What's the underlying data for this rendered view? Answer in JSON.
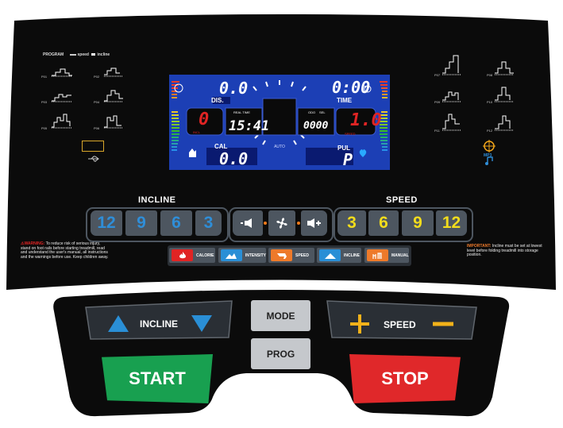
{
  "program_header": {
    "title": "PROGRAM",
    "legend1": "speed",
    "legend2": "incline"
  },
  "programs_left": [
    "P01",
    "P02",
    "P03",
    "P04",
    "P05",
    "P06"
  ],
  "programs_right": [
    "P07",
    "P08",
    "P09",
    "P10",
    "P11",
    "P12"
  ],
  "display": {
    "dis_value": "0.0",
    "dis_label": "DIS.",
    "time_value": "0:00",
    "time_label": "TIME",
    "incline_value": "0",
    "incline_label": "INCL",
    "real_time_label": "REAL TIME",
    "real_time_value": "15:41",
    "odo_labels": [
      "ODO",
      "SEL"
    ],
    "odo_value": "0000",
    "speed_value": "1.0",
    "speed_label": "SPEED",
    "cal_label": "CAL",
    "cal_value": "0.0",
    "pul_label": "PUL",
    "pul_value": "P",
    "center_text": "AUTO"
  },
  "incline_section": {
    "title": "INCLINE",
    "buttons": [
      "12",
      "9",
      "6",
      "3"
    ]
  },
  "speed_section": {
    "title": "SPEED",
    "buttons": [
      "3",
      "6",
      "9",
      "12"
    ]
  },
  "warning": {
    "title": "WARNING:",
    "text": "To reduce risk of serious injury, stand on foot rails before starting treadmill, read and understand the user's manual, all instructions and the warnings before use. Keep children away."
  },
  "important": {
    "title": "IMPORTANT:",
    "text": "Incline must be set at lowest level before folding treadmill into storage position."
  },
  "program_modes": [
    {
      "label": "CALORIE",
      "color": "#e02424",
      "icon": "flame-icon"
    },
    {
      "label": "INTENSITY",
      "color": "#2a8fd6",
      "icon": "mountains-icon"
    },
    {
      "label": "SPEED",
      "color": "#ee7a2a",
      "icon": "wing-icon"
    },
    {
      "label": "INCLINE",
      "color": "#2a8fd6",
      "icon": "hill-icon"
    },
    {
      "label": "MANUAL",
      "color": "#ee7a2a",
      "icon": "manual-icon"
    }
  ],
  "controls": {
    "incline_label": "INCLINE",
    "speed_label": "SPEED",
    "mode_label": "MODE",
    "prog_label": "PROG",
    "start_label": "START",
    "stop_label": "STOP"
  },
  "colors": {
    "panel": "#0a0a0a",
    "lcd": "#1c3fb5",
    "start": "#18a050",
    "stop": "#e0282a",
    "accent_blue": "#2f8ed8",
    "accent_yellow": "#f2dc1c"
  }
}
